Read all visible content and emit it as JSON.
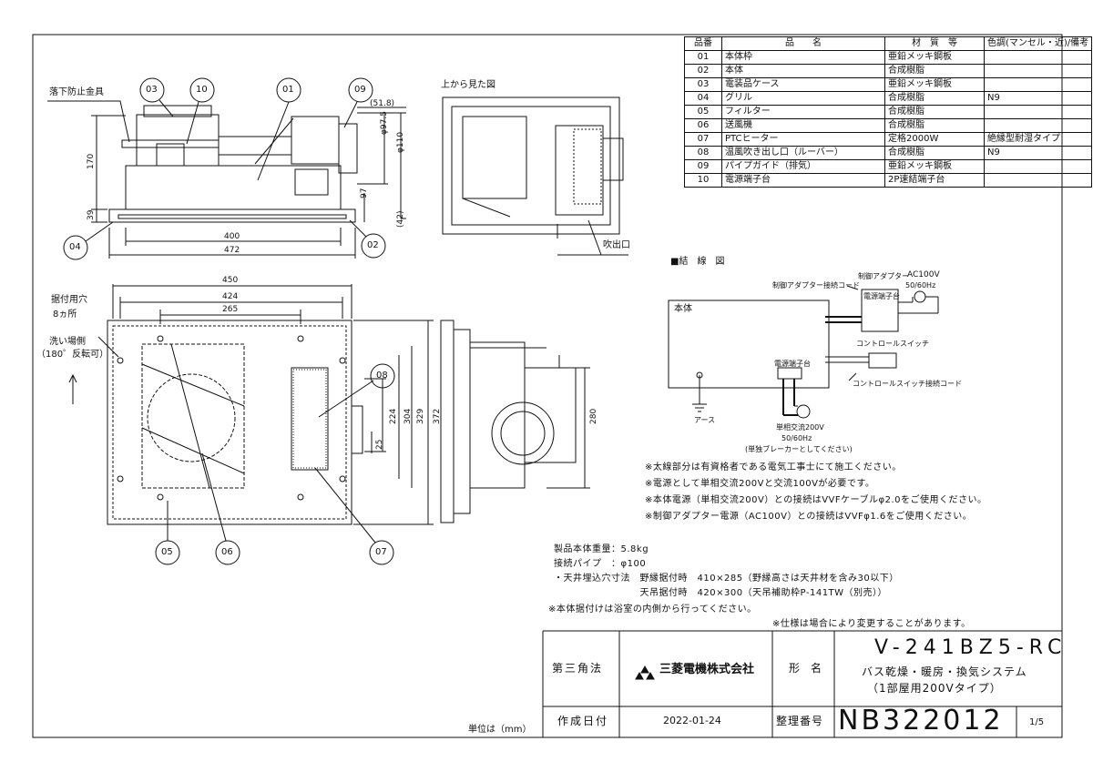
{
  "parts_table": {
    "headers": [
      "品番",
      "品　　名",
      "材　質　等",
      "色調(マンセル・近)/備考"
    ],
    "rows": [
      [
        "01",
        "本体枠",
        "亜鉛メッキ鋼板",
        ""
      ],
      [
        "02",
        "本体",
        "合成樹脂",
        ""
      ],
      [
        "03",
        "電装品ケース",
        "亜鉛メッキ鋼板",
        ""
      ],
      [
        "04",
        "グリル",
        "合成樹脂",
        "N9"
      ],
      [
        "05",
        "フィルター",
        "合成樹脂",
        ""
      ],
      [
        "06",
        "送風機",
        "合成樹脂",
        ""
      ],
      [
        "07",
        "PTCヒーター",
        "定格2000W",
        "絶縁型耐湿タイプ"
      ],
      [
        "08",
        "温風吹き出し口（ルーバー）",
        "合成樹脂",
        "N9"
      ],
      [
        "09",
        "パイプガイド（排気）",
        "亜鉛メッキ鋼板",
        ""
      ],
      [
        "10",
        "電源端子台",
        "2P速結端子台",
        ""
      ]
    ]
  },
  "front_view": {
    "label_fall_guard": "落下防止金具",
    "callouts": [
      "03",
      "10",
      "01",
      "09",
      "04",
      "02"
    ],
    "dims": {
      "d518": "(51.8)",
      "d975": "φ97.5",
      "d110": "φ110",
      "d170": "170",
      "d97": "97",
      "d39": "39",
      "d42": "(42)",
      "d400": "400",
      "d472": "472"
    }
  },
  "top_view": {
    "title": "上から見た図",
    "outlet": "吹出口"
  },
  "bottom_view": {
    "mount_holes": "据付用穴",
    "mount_count": "8ヵ所",
    "wash_side": "洗い場側",
    "rotate": "（180゜反転可）",
    "callouts": [
      "08",
      "05",
      "06",
      "07"
    ],
    "dims": {
      "d450": "450",
      "d424": "424",
      "d265": "265",
      "d224": "224",
      "d304": "304",
      "d329": "329",
      "d372": "372",
      "d25": "25"
    }
  },
  "side_view": {
    "dims": {
      "d280": "280"
    }
  },
  "wiring": {
    "title": "■結　線　図",
    "body": "本体",
    "adapter_cord": "制御アダプター接続コード",
    "adapter": "制御アダプター",
    "adapter_terminal": "電源端子台",
    "ac100": "AC100V",
    "ac100_hz": "50/60Hz",
    "control_switch": "コントロールスイッチ",
    "switch_cord": "コントロールスイッチ接続コード",
    "power_terminal": "電源端子台",
    "earth": "アース",
    "single_phase": "単相交流200V",
    "single_hz": "50/60Hz",
    "breaker": "(単独ブレーカーとしてください)"
  },
  "notes": [
    "※太線部分は有資格者である電気工事士にて施工ください。",
    "※電源として単相交流200Vと交流100Vが必要です。",
    "※本体電源（単相交流200V）との接続はVVFケーブルφ2.0をご使用ください。",
    "※制御アダプター電源（AC100V）との接続はVVFφ1.6をご使用ください。"
  ],
  "specs": [
    "製品本体重量：5.8kg",
    "接続パイプ　：φ100",
    "・天井埋込穴寸法　野縁据付時　410×285（野縁高さは天井材を含み30以下）",
    "　　　　　　　　　天吊据付時　420×300（天吊補助枠P-141TW（別売））",
    "※本体据付けは浴室の内側から行ってください。"
  ],
  "spec_change": "※仕様は場合により変更することがあります。",
  "title_block": {
    "projection": "第三角法",
    "company": "三菱電機株式会社",
    "model_label": "形　名",
    "model": "V-241BZ5-RC",
    "product_line1": "バス乾燥・暖房・換気システム",
    "product_line2": "（1部屋用200Vタイプ）",
    "date_label": "作成日付",
    "date": "2022-01-24",
    "ref_label": "整理番号",
    "ref": "NB322012",
    "page": "1/5",
    "unit": "単位は（mm）"
  }
}
